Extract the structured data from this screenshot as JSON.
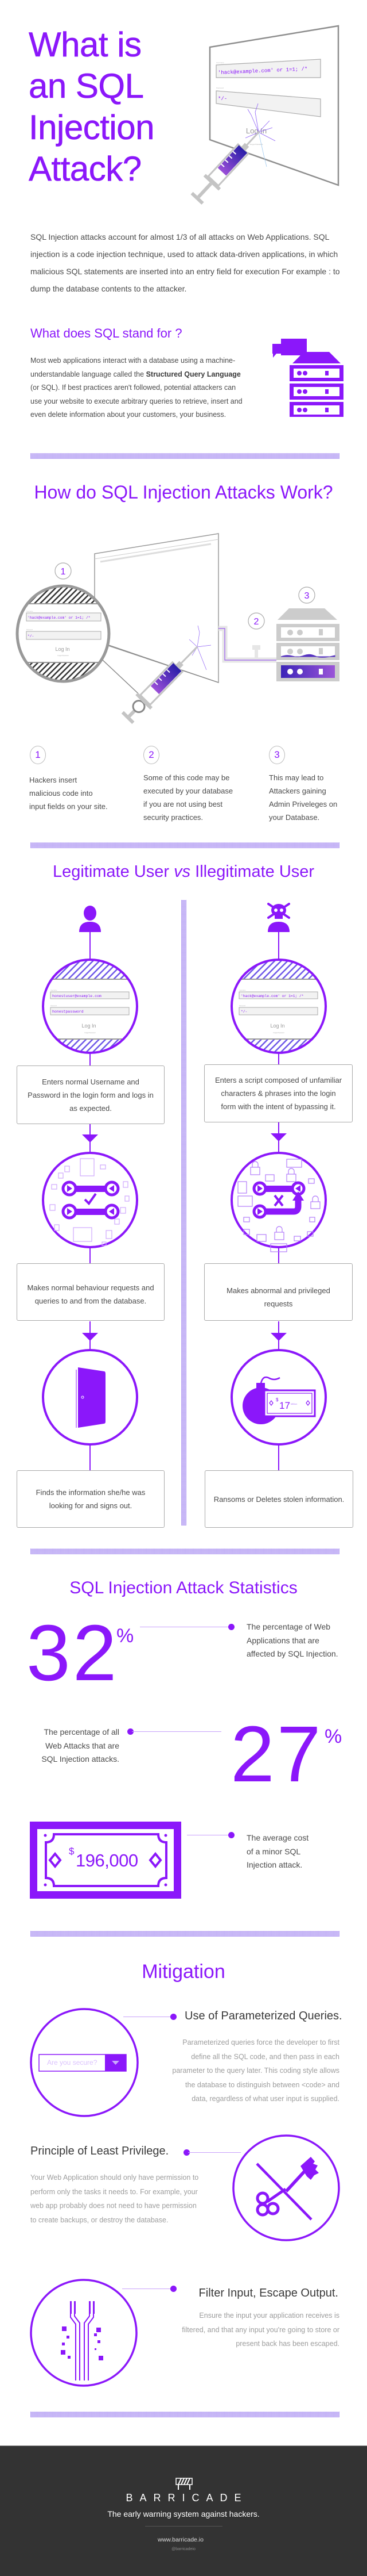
{
  "colors": {
    "accent": "#8B17FA",
    "text": "#4a4a4a",
    "muted": "#9d9d9d",
    "footer_bg": "#333333"
  },
  "hero": {
    "title_lines": [
      "What is",
      "an SQL",
      "Injection",
      "Attack?"
    ],
    "illustration": {
      "username_label": "Username",
      "username_value": "'hack@example.com' or 1=1; /*",
      "password_label": "Password",
      "password_value": "*/-",
      "login_label": "Log In",
      "forgot_label": "Forgot Password",
      "icons": [
        "monitor-icon",
        "syringe-icon"
      ]
    }
  },
  "intro": {
    "text": "SQL Injection attacks account for almost 1/3 of all attacks on Web Applications. SQL injection is a code injection technique, used to attack data-driven applications, in which malicious SQL statements are inserted into an entry field for execution For example : to dump the database contents to the attacker."
  },
  "sql_meaning": {
    "heading": "What does SQL stand for ?",
    "text_before": "Most web applications interact with a database using a machine-understandable language called the ",
    "text_bold": "Structured Query Language",
    "text_after": " (or SQL). If best practices aren't followed, potential attackers can use your website to execute arbitrary queries to retrieve, insert and even delete information about your customers, your business.",
    "icon": "database-server-chat-icon"
  },
  "how": {
    "heading": "How do SQL Injection Attacks Work?",
    "diagram": {
      "username_label": "Username",
      "username_value": "'hack@example.com' or 1=1; /*",
      "password_label": "Password",
      "password_value": "*/-",
      "login_label": "Log In",
      "forgot_label": "Forgot Password",
      "markers": [
        "1",
        "2",
        "3"
      ]
    },
    "steps": [
      {
        "number": "1",
        "text": "Hackers insert malicious code into input fields on your site."
      },
      {
        "number": "2",
        "text": "Some of this code may be executed by your database if you are not using best security practices."
      },
      {
        "number": "3",
        "text": "This may lead to Attackers gaining Admin Priveleges on your Database."
      }
    ]
  },
  "versus": {
    "heading_left": "Legitimate User",
    "heading_vs": "vs",
    "heading_right": "Illegitimate User",
    "legit": {
      "username_label": "Username",
      "username_value": "honestuser@example.com",
      "password_label": "Password",
      "password_value": "honestpassword",
      "login_label": "Log In",
      "forgot_label": "Forgot Password",
      "steps": [
        "Enters normal Username and Password in the login form and logs in as expected.",
        "Makes normal behaviour requests and queries to and from the database.",
        "Finds the information she/he was looking for and signs out."
      ]
    },
    "illegit": {
      "username_label": "Username",
      "username_value": "'hack@example.com' or 1=1; /*",
      "password_label": "Password",
      "password_value": "*/-",
      "login_label": "Log In",
      "forgot_label": "Forgot Password",
      "bill_currency": "$",
      "bill_amount": "17",
      "bill_unit": "Million",
      "steps": [
        "Enters a script composed of unfamiliar characters & phrases into the login form with the intent of bypassing it.",
        "Makes abnormal and privileged requests",
        "Ransoms or Deletes stolen information."
      ]
    }
  },
  "stats": {
    "heading": "SQL Injection Attack Statistics",
    "items": [
      {
        "value": "32",
        "unit": "%",
        "text": "The percentage of Web Applications that are affected by SQL Injection."
      },
      {
        "value": "27",
        "unit": "%",
        "text": "The percentage of all Web Attacks that are SQL Injection attacks."
      }
    ],
    "cost": {
      "currency": "$",
      "amount": "196,000",
      "text": "The average cost of a minor SQL Injection attack."
    }
  },
  "mitigation": {
    "heading": "Mitigation",
    "items": [
      {
        "title": "Use of Parameterized Queries.",
        "text": "Parameterized queries force the developer to first define all the SQL code, and then pass in each parameter to the query later. This coding style allows the database to distinguish between <code> and data, regardless of what user input is supplied.",
        "icon": "secure-dropdown-icon"
      },
      {
        "title": "Principle of Least Privilege.",
        "text": "Your Web Application should only have permission to perform only the tasks it needs to. For example, your web app probably does not need to have permission to create backups, or destroy the database.",
        "icon": "no-key-icon"
      },
      {
        "title": "Filter Input, Escape Output.",
        "text": "Ensure the input your application receives is filtered, and that any input you're going to store or present back has been escaped.",
        "icon": "circuit-filter-icon"
      }
    ],
    "select_placeholder": "Are you secure?"
  },
  "footer": {
    "brand": "BARRICADE",
    "tagline": "The early warning system against hackers.",
    "url": "www.barricade.io",
    "handle": "@barricadeio"
  }
}
